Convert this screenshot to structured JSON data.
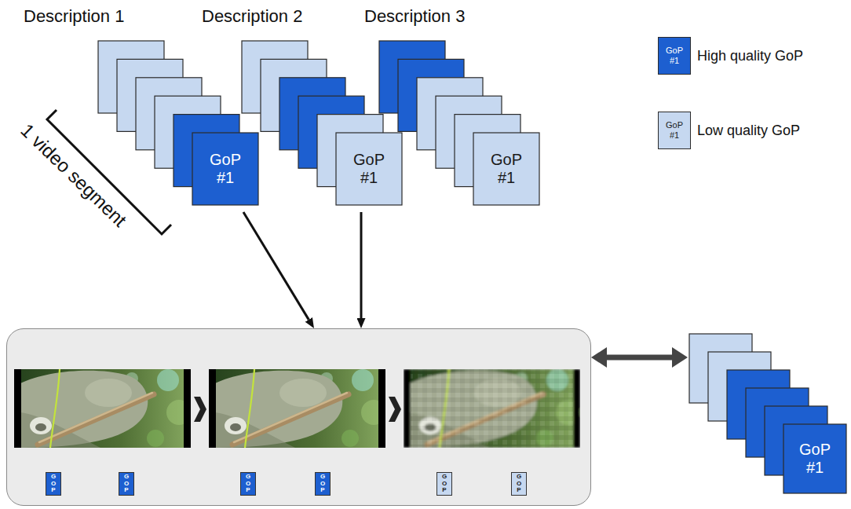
{
  "diagram": {
    "nodes": [
      {
        "text": [
          "Description 1",
          "GoP #1"
        ]
      },
      {
        "text": [
          "Description 2",
          "GoP #1"
        ]
      },
      {
        "text": [
          "Description 3",
          "GoP #1"
        ]
      },
      {
        "text": []
      },
      {
        "text": [
          "GOP"
        ],
        "in": 3
      },
      {
        "text": [
          "GOP"
        ],
        "in": 3
      },
      {
        "text": [
          "GOP"
        ],
        "in": 3
      },
      {
        "text": [
          "GOP"
        ],
        "in": 3
      },
      {
        "text": [
          "GOP"
        ],
        "in": 3
      },
      {
        "text": [
          "GOP"
        ],
        "in": 3
      },
      {
        "text": [
          "GoP #1"
        ]
      }
    ],
    "edges": [
      {
        "from": 0,
        "to": 3,
        "arrow": "to"
      },
      {
        "from": 1,
        "to": 3,
        "arrow": "to"
      },
      {
        "from": 3,
        "to": 10,
        "arrow": "both"
      }
    ],
    "labels": [
      "1 video segment",
      "GoP #1",
      "GoP #1"
    ],
    "legend": [
      {
        "text": "High quality GoP",
        "color": "#1d5fd0"
      },
      {
        "text": "Low quality GoP",
        "color": "#c6d8f0"
      }
    ]
  }
}
